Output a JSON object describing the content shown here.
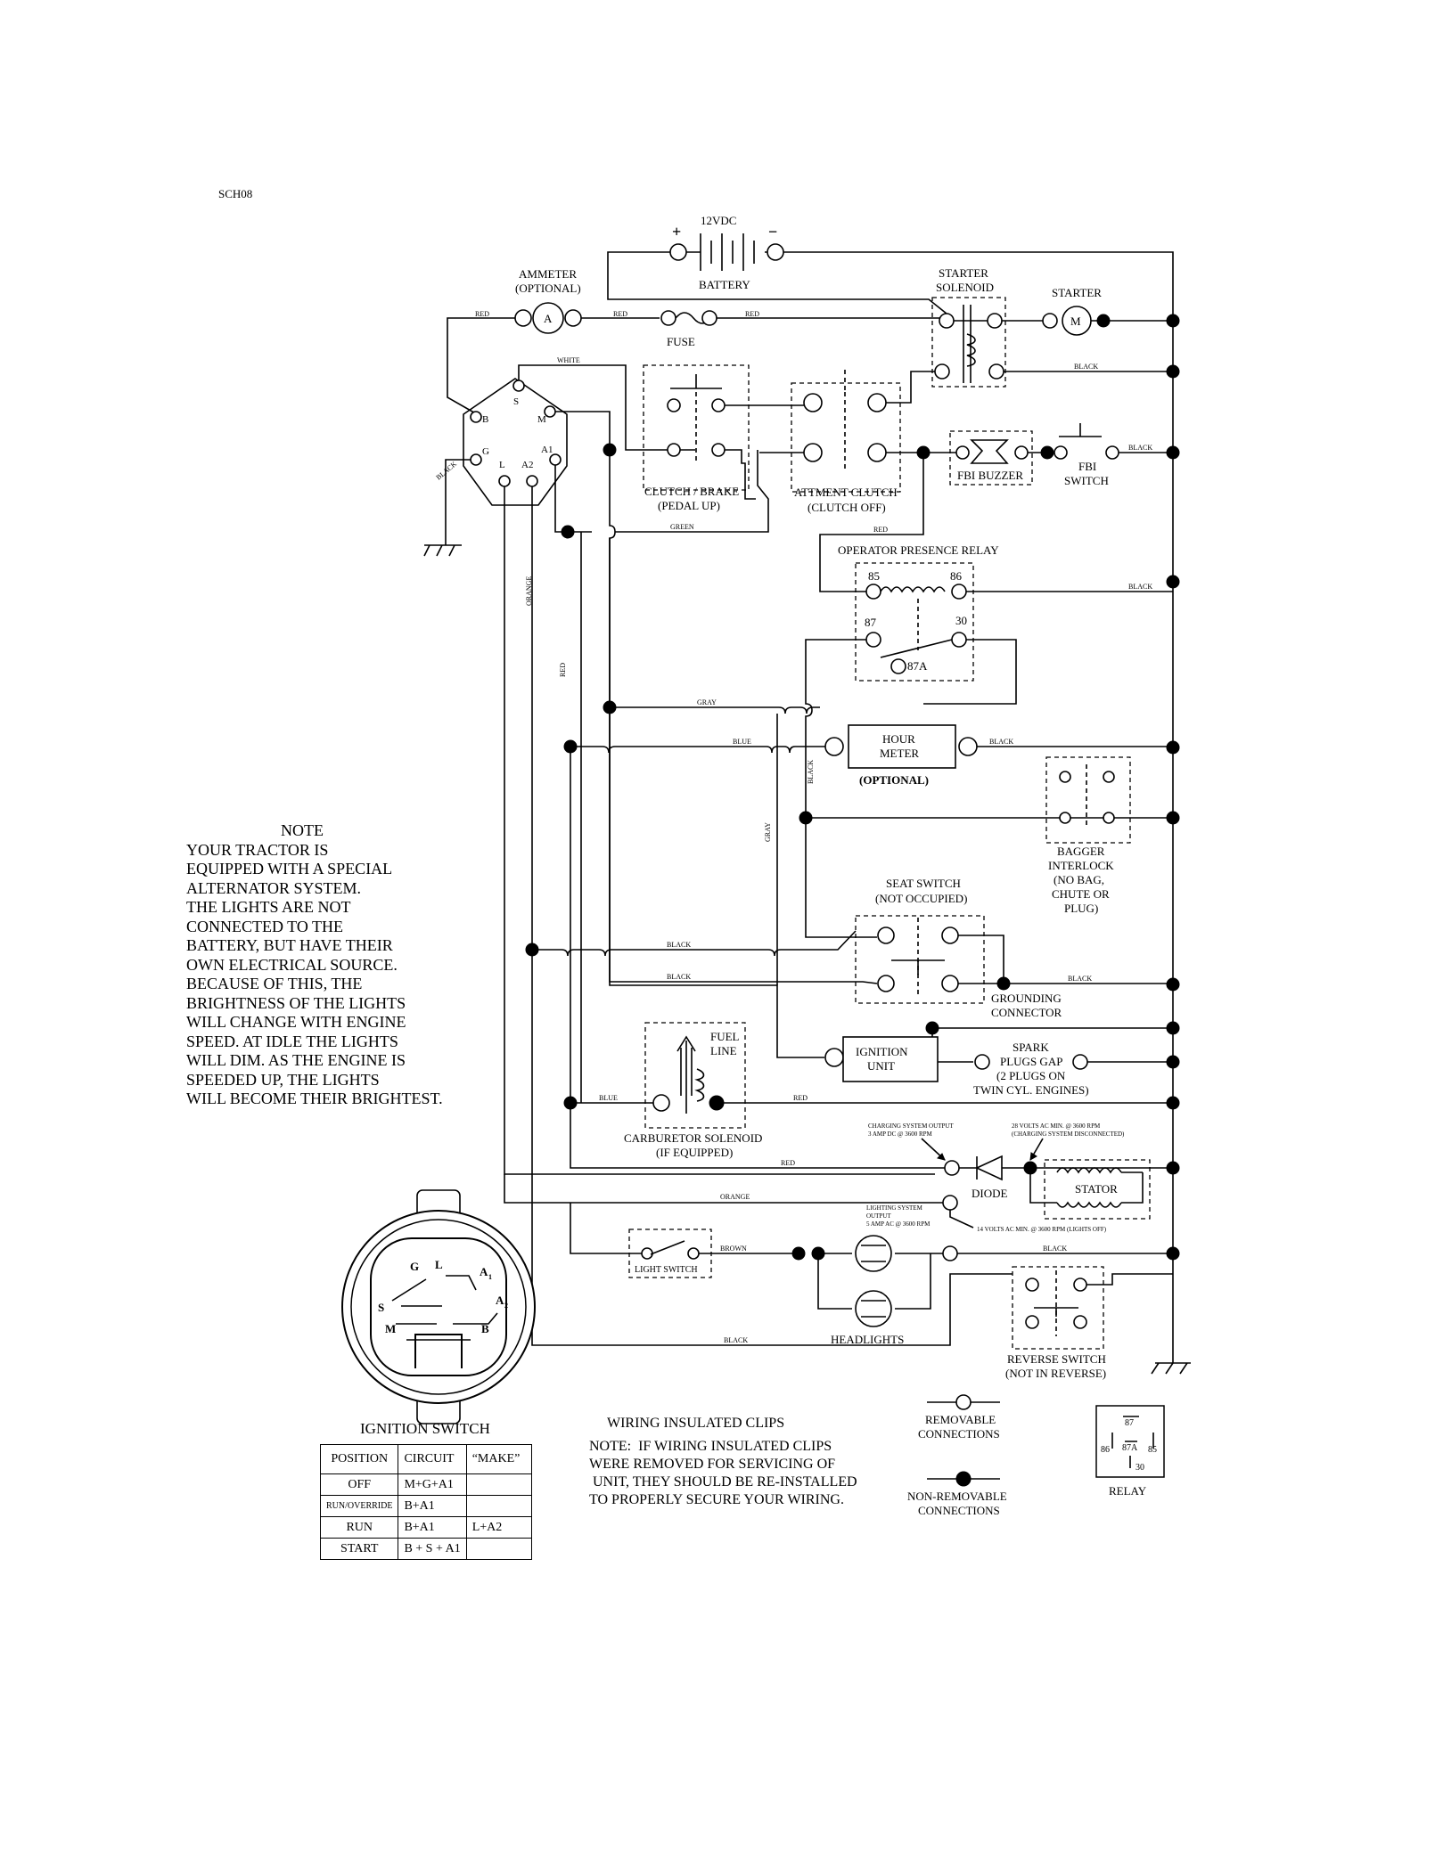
{
  "doc_code": "SCH08",
  "battery": {
    "voltage": "12VDC",
    "label": "BATTERY",
    "plus": "+",
    "minus": "−"
  },
  "components": {
    "ammeter": [
      "AMMETER",
      "(OPTIONAL)"
    ],
    "ammeter_symbol": "A",
    "fuse": "FUSE",
    "starter_solenoid": [
      "STARTER",
      "SOLENOID"
    ],
    "starter": "STARTER",
    "starter_symbol": "M",
    "clutch_brake": [
      "CLUTCH / BRAKE",
      "(PEDAL UP)"
    ],
    "attment_clutch": [
      "ATTMENT CLUTCH",
      "(CLUTCH OFF)"
    ],
    "fbi_buzzer": "FBI BUZZER",
    "fbi_switch": [
      "FBI",
      "SWITCH"
    ],
    "operator_presence_relay": "OPERATOR PRESENCE RELAY",
    "relay_pins": {
      "p85": "85",
      "p86": "86",
      "p87": "87",
      "p30": "30",
      "p87a": "87A"
    },
    "hour_meter": [
      "HOUR",
      "METER"
    ],
    "hour_meter_optional": "(OPTIONAL)",
    "bagger_interlock": [
      "BAGGER",
      "INTERLOCK",
      "(NO BAG,",
      "CHUTE OR",
      "PLUG)"
    ],
    "seat_switch": [
      "SEAT SWITCH",
      "(NOT OCCUPIED)"
    ],
    "grounding_connector": [
      "GROUNDING",
      "CONNECTOR"
    ],
    "fuel_line": [
      "FUEL",
      "LINE"
    ],
    "ignition_unit": [
      "IGNITION",
      "UNIT"
    ],
    "spark_plugs": [
      "SPARK",
      "PLUGS GAP",
      "(2 PLUGS ON",
      "TWIN CYL. ENGINES)"
    ],
    "carburetor_solenoid": [
      "CARBURETOR SOLENOID",
      "(IF EQUIPPED)"
    ],
    "charging_output": [
      "CHARGING SYSTEM OUTPUT",
      "3 AMP DC @ 3600 RPM"
    ],
    "charging_volts": [
      "28 VOLTS AC MIN. @ 3600 RPM",
      "(CHARGING SYSTEM DISCONNECTED)"
    ],
    "diode": "DIODE",
    "stator": "STATOR",
    "lighting_output": [
      "LIGHTING SYSTEM",
      "OUTPUT",
      "5 AMP AC @ 3600 RPM"
    ],
    "lighting_volts": "14 VOLTS AC MIN. @ 3600 RPM (LIGHTS OFF)",
    "light_switch": "LIGHT SWITCH",
    "headlights": "HEADLIGHTS",
    "reverse_switch": [
      "REVERSE SWITCH",
      "(NOT IN REVERSE)"
    ],
    "ign_terminals": {
      "s": "S",
      "m": "M",
      "b": "B",
      "g": "G",
      "a1": "A1",
      "l": "L",
      "a2": "A2"
    }
  },
  "wire_colors": {
    "red": "RED",
    "white": "WHITE",
    "black": "BLACK",
    "green": "GREEN",
    "orange": "ORANGE",
    "gray": "GRAY",
    "blue": "BLUE",
    "brown": "BROWN"
  },
  "note": {
    "title": "NOTE",
    "lines": [
      "YOUR TRACTOR IS",
      "EQUIPPED WITH A SPECIAL",
      "ALTERNATOR SYSTEM.",
      "THE LIGHTS ARE NOT",
      "CONNECTED TO THE",
      "BATTERY, BUT HAVE THEIR",
      "OWN ELECTRICAL SOURCE.",
      "BECAUSE OF THIS, THE",
      "BRIGHTNESS OF THE LIGHTS",
      "WILL CHANGE WITH ENGINE",
      "SPEED.  AT IDLE THE LIGHTS",
      "WILL DIM.  AS THE ENGINE IS",
      "SPEEDED UP, THE LIGHTS",
      "WILL BECOME THEIR BRIGHTEST."
    ]
  },
  "ignition_switch": {
    "title": "IGNITION SWITCH",
    "face_labels": {
      "g": "G",
      "l": "L",
      "a1": "A",
      "a1_sub": "1",
      "a2": "A",
      "a2_sub": "2",
      "s": "S",
      "m": "M",
      "b": "B"
    },
    "headers": [
      "POSITION",
      "CIRCUIT",
      "“MAKE”"
    ],
    "rows": [
      [
        "OFF",
        "M+G+A1",
        ""
      ],
      [
        "RUN/OVERRIDE",
        "B+A1",
        ""
      ],
      [
        "RUN",
        "B+A1",
        "L+A2"
      ],
      [
        "START",
        "B + S + A1",
        ""
      ]
    ]
  },
  "wiring_clips": {
    "title": "WIRING INSULATED CLIPS",
    "lines": [
      "NOTE:  IF WIRING INSULATED CLIPS",
      "WERE REMOVED FOR SERVICING OF",
      " UNIT, THEY SHOULD BE RE-INSTALLED",
      "TO PROPERLY SECURE YOUR WIRING."
    ]
  },
  "legend": {
    "removable": [
      "REMOVABLE",
      "CONNECTIONS"
    ],
    "non_removable": [
      "NON-REMOVABLE",
      "CONNECTIONS"
    ],
    "relay": "RELAY",
    "relay_pins": {
      "p87": "87",
      "p87a": "87A",
      "p86": "86",
      "p85": "85",
      "p30": "30"
    }
  }
}
